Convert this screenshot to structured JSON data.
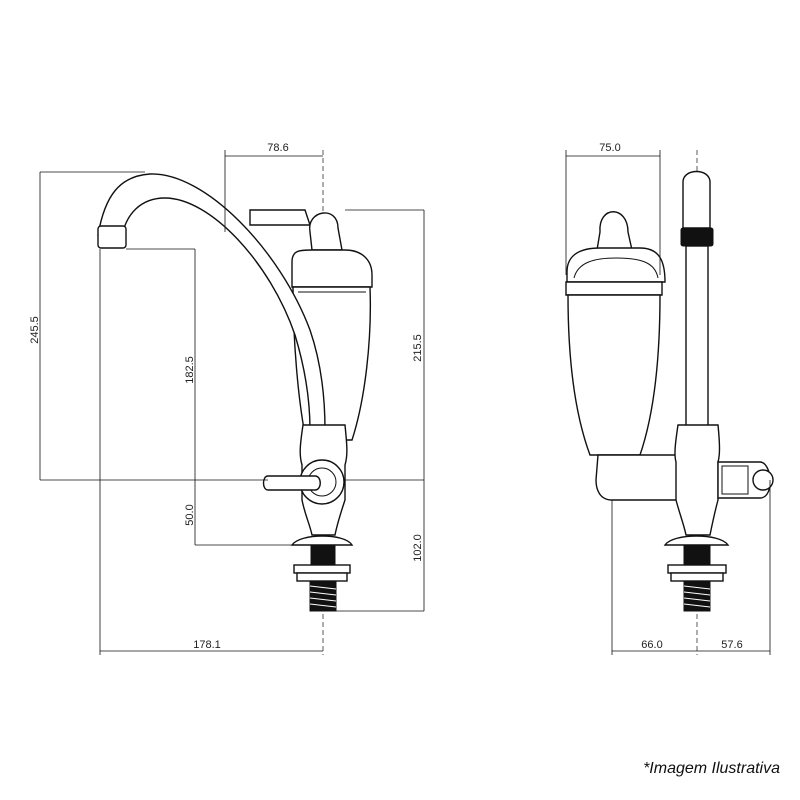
{
  "dimensions": {
    "front": {
      "top_width": "78.6",
      "total_height": "245.5",
      "spout_height": "182.5",
      "filter_height": "215.5",
      "lever_offset": "50.0",
      "base_height": "102.0",
      "reach": "178.1"
    },
    "side": {
      "top_width": "75.0",
      "depth_left": "66.0",
      "depth_right": "57.6"
    }
  },
  "caption": "*Imagem Ilustrativa"
}
